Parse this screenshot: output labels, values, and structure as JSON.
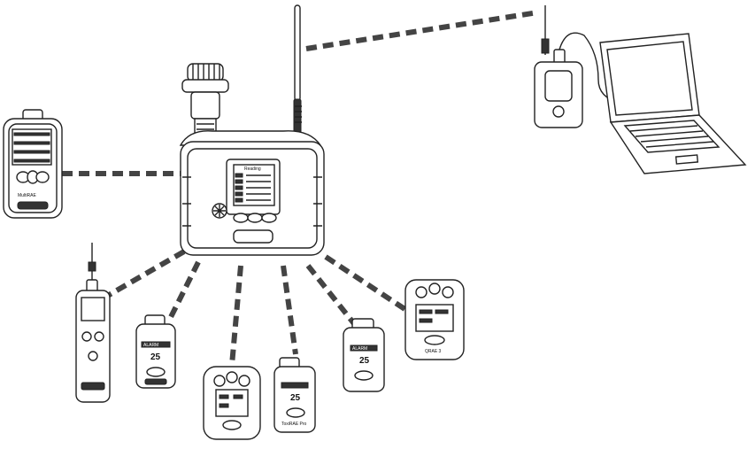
{
  "labels": {
    "multirae": "MultiRAE",
    "toxirae_pro": "ToxiRAE Pro",
    "qrae3": "QRAE 3",
    "alarm": "ALARM",
    "reading": "25",
    "base_display_title": "Reading"
  },
  "links": {
    "wireless_to_laptop": "wireless",
    "cable": "serial"
  }
}
